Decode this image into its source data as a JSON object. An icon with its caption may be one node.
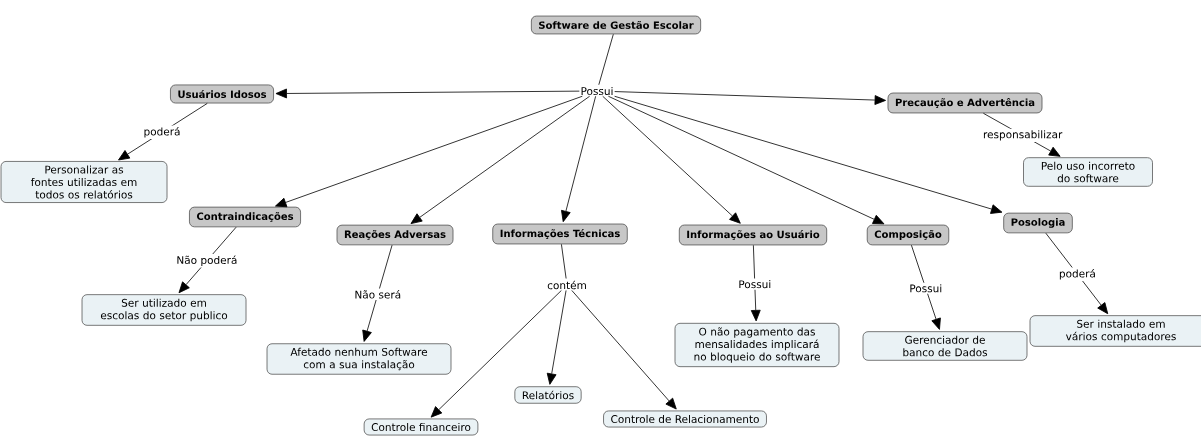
{
  "diagram": {
    "nodes": [
      {
        "text": [
          "Software de Gestão Escolar"
        ]
      },
      {
        "text": [
          "Possui"
        ]
      },
      {
        "text": [
          "Usuários Idosos"
        ]
      },
      {
        "text": [
          "Precaução e Advertência"
        ]
      },
      {
        "text": [
          "Personalizar as fontes utilizadas em todos os relatórios"
        ]
      },
      {
        "text": [
          "Pelo uso incorreto do software"
        ]
      },
      {
        "text": [
          "Contraindicações"
        ]
      },
      {
        "text": [
          "Reações Adversas"
        ]
      },
      {
        "text": [
          "Informações Técnicas"
        ]
      },
      {
        "text": [
          "Informações ao Usuário"
        ]
      },
      {
        "text": [
          "Composição"
        ]
      },
      {
        "text": [
          "Posologia"
        ]
      },
      {
        "text": [
          "Ser utilizado em escolas do setor publico"
        ]
      },
      {
        "text": [
          "Afetado nenhum Software com a sua instalação"
        ]
      },
      {
        "text": [
          "contém"
        ]
      },
      {
        "text": [
          "O não pagamento das mensalidades implicará no bloqueio do software"
        ]
      },
      {
        "text": [
          "Gerenciador de banco de Dados"
        ]
      },
      {
        "text": [
          "Ser instalado em vários computadores"
        ]
      },
      {
        "text": [
          "Relatórios"
        ]
      },
      {
        "text": [
          "Controle financeiro"
        ]
      },
      {
        "text": [
          "Controle de Relacionamento"
        ]
      }
    ],
    "edges": [
      {
        "from": 0,
        "to": 1,
        "arrow": "none"
      },
      {
        "from": 1,
        "to": 2,
        "arrow": "to"
      },
      {
        "from": 1,
        "to": 3,
        "arrow": "to"
      },
      {
        "from": 1,
        "to": 6,
        "arrow": "to"
      },
      {
        "from": 1,
        "to": 7,
        "arrow": "to"
      },
      {
        "from": 1,
        "to": 8,
        "arrow": "to"
      },
      {
        "from": 1,
        "to": 9,
        "arrow": "to"
      },
      {
        "from": 1,
        "to": 10,
        "arrow": "to"
      },
      {
        "from": 1,
        "to": 11,
        "arrow": "to"
      },
      {
        "from": 2,
        "to": 4,
        "arrow": "to",
        "label": "poderá"
      },
      {
        "from": 3,
        "to": 5,
        "arrow": "to",
        "label": "responsabilizar"
      },
      {
        "from": 6,
        "to": 12,
        "arrow": "to",
        "label": "Não poderá"
      },
      {
        "from": 7,
        "to": 13,
        "arrow": "to",
        "label": "Não será"
      },
      {
        "from": 8,
        "to": 14,
        "arrow": "none"
      },
      {
        "from": 14,
        "to": 19,
        "arrow": "to"
      },
      {
        "from": 14,
        "to": 18,
        "arrow": "to"
      },
      {
        "from": 14,
        "to": 20,
        "arrow": "to"
      },
      {
        "from": 9,
        "to": 15,
        "arrow": "to",
        "label": "Possui"
      },
      {
        "from": 10,
        "to": 16,
        "arrow": "to",
        "label": "Possui"
      },
      {
        "from": 11,
        "to": 17,
        "arrow": "to",
        "label": "poderá"
      }
    ]
  }
}
